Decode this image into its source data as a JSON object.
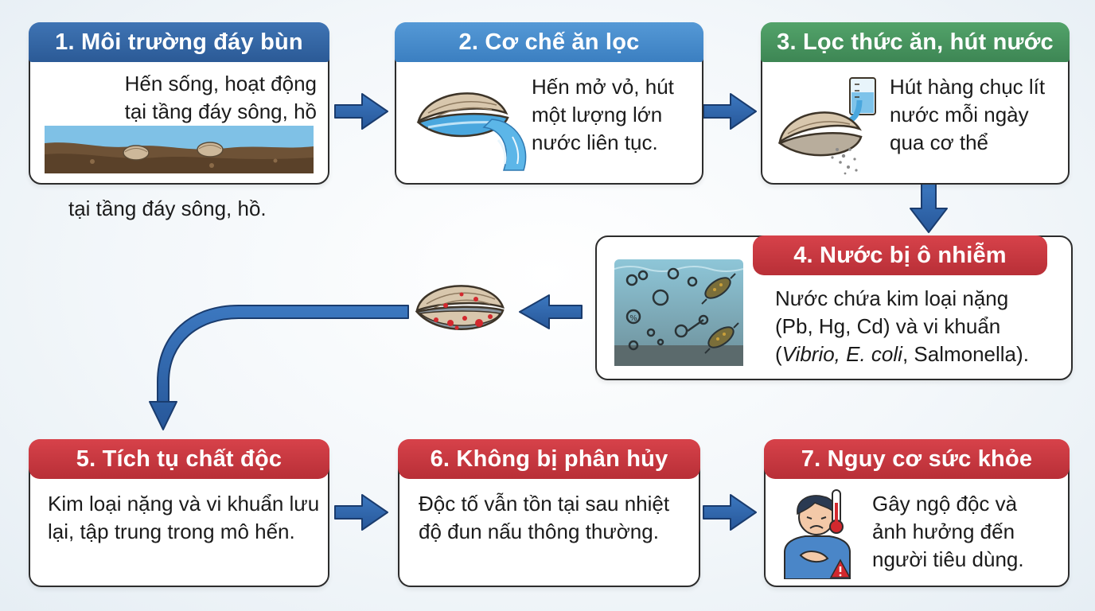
{
  "steps": {
    "s1": {
      "title": "1. Môi trường đáy bùn",
      "text": "Hến sống, hoạt động tại tầng đáy sông, hồ",
      "caption": "tại tầng đáy sông, hồ."
    },
    "s2": {
      "title": "2. Cơ chế ăn lọc",
      "text": "Hến mở vỏ, hút một lượng lớn nước liên tục."
    },
    "s3": {
      "title": "3. Lọc thức ăn, hút nước",
      "text": "Hút hàng chục lít nước mỗi ngày qua cơ thể"
    },
    "s4": {
      "title": "4. Nước bị ô nhiễm",
      "line1": "Nước chứa kim loại nặng",
      "line2": "(Pb, Hg, Cd) và vi khuẩn",
      "open": "(",
      "bact1": "Vibrio, E. coli",
      "sep": ", ",
      "bact2": "Salmonella",
      "close": ")."
    },
    "s5": {
      "title": "5. Tích tụ chất độc",
      "text": "Kim loại nặng và vi khuẩn lưu lại, tập trung trong mô hến."
    },
    "s6": {
      "title": "6. Không bị phân hủy",
      "text": "Độc tố vẫn tồn tại sau nhiệt độ đun nấu thông thường."
    },
    "s7": {
      "title": "7. Nguy cơ sức khỏe",
      "text": "Gây ngộ độc và ảnh hưởng đến người tiêu dùng."
    }
  },
  "icons": {
    "s1": "riverbed-clams-icon",
    "s2": "clam-siphoning-water-icon",
    "s3": "clam-filtering-beaker-icon",
    "s4": "polluted-water-bacteria-icon",
    "contaminated": "contaminated-clam-icon",
    "s7": "sick-person-thermometer-icon"
  },
  "colors": {
    "arrow": "#2f64a8",
    "header_blue": "#2f5f9e",
    "header_light_blue": "#4a8fd0",
    "header_green": "#4a9660",
    "header_red": "#c9353d",
    "card_border": "#2c2c2c"
  }
}
